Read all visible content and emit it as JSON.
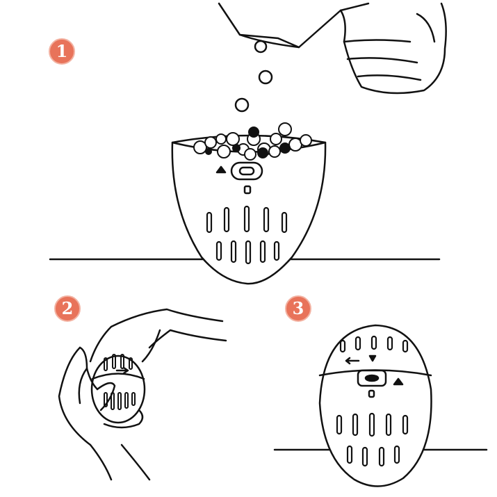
{
  "steps": [
    {
      "number": "1"
    },
    {
      "number": "2"
    },
    {
      "number": "3"
    }
  ],
  "colors": {
    "badge": "#e8735a",
    "line": "#111111"
  }
}
